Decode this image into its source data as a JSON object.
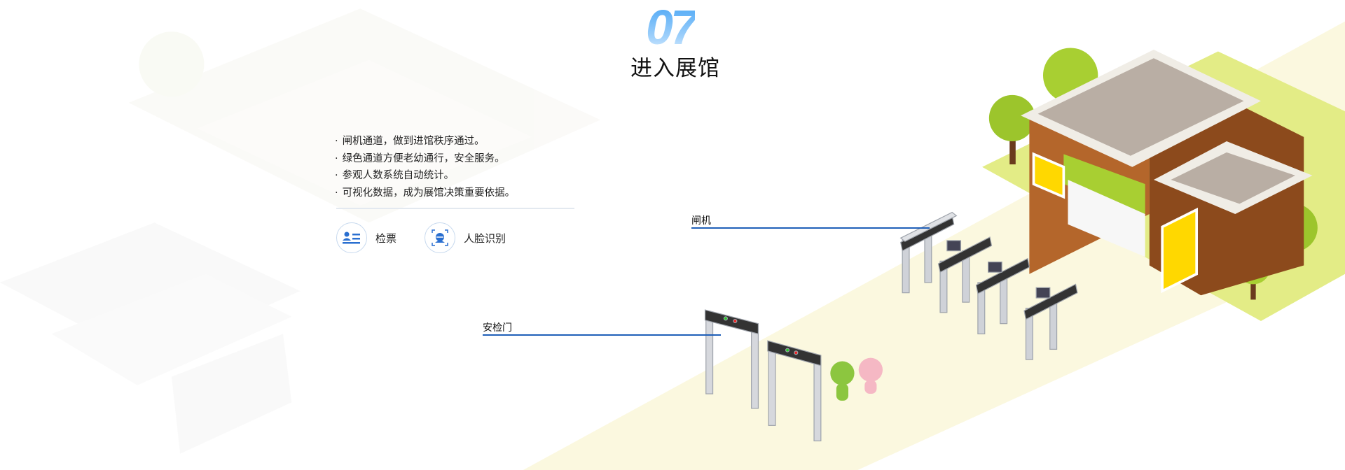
{
  "section": {
    "number": "07",
    "title": "进入展馆"
  },
  "bullets": [
    "闸机通道，做到进馆秩序通过。",
    "绿色通道方便老幼通行，安全服务。",
    "参观人数系统自动统计。",
    "可视化数据，成为展馆决策重要依据。"
  ],
  "features": [
    {
      "label": "检票",
      "icon": "ticket-check-icon"
    },
    {
      "label": "人脸识别",
      "icon": "face-recognition-icon"
    }
  ],
  "callouts": {
    "gate": "闸机",
    "security": "安检门"
  },
  "colors": {
    "accent": "#1f5fb8",
    "number_blue": "#4aa6f5",
    "ground": "#fbf8df",
    "lawn": "#e3ec86"
  }
}
